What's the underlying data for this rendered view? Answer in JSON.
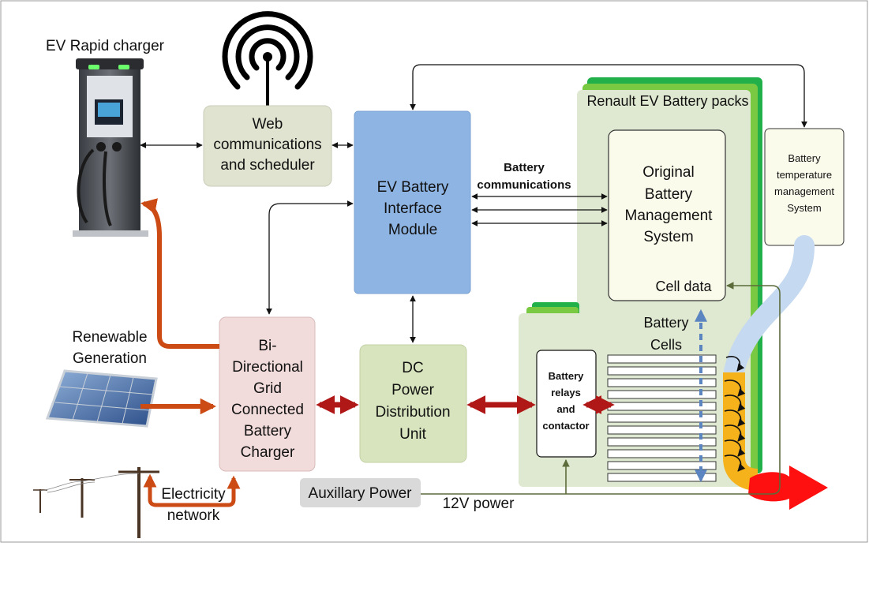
{
  "title": "",
  "colors": {
    "web_box": "#dfe3d0",
    "interface_box": "#8eb4e3",
    "charger_box": "#f2dcdb",
    "dc_box": "#d7e4bd",
    "pack_bg": "#dfe8d0",
    "pack_green": "#2db84a",
    "bms_box": "#fbfbec",
    "power_arrow": "#c0392b",
    "dark_red_arrow": "#b01818",
    "orange_arrow": "#cc4a14",
    "aux_box": "#d9d9d9",
    "coolant_blue": "#c5d9f1",
    "coolant_orange": "#f5b21a",
    "hot_red": "#ff1010",
    "aux_line": "#5b6b3a",
    "dash_blue": "#5b85c0"
  },
  "labels": {
    "ev_rapid_charger": "EV Rapid charger",
    "web_line1": "Web",
    "web_line2": "communications",
    "web_line3": "and scheduler",
    "interface_line1": "EV Battery",
    "interface_line2": "Interface",
    "interface_line3": "Module",
    "battery_comms_line1": "Battery",
    "battery_comms_line2": "communications",
    "packs_title": "Renault EV Battery packs",
    "bms_line1": "Original",
    "bms_line2": "Battery",
    "bms_line3": "Management",
    "bms_line4": "System",
    "cell_data": "Cell data",
    "temp_line1": "Battery",
    "temp_line2": "temperature",
    "temp_line3": "management",
    "temp_line4": "System",
    "cells_line1": "Battery",
    "cells_line2": "Cells",
    "relays_line1": "Battery",
    "relays_line2": "relays",
    "relays_line3": "and",
    "relays_line4": "contactor",
    "charger_line1": "Bi-",
    "charger_line2": "Directional",
    "charger_line3": "Grid",
    "charger_line4": "Connected",
    "charger_line5": "Battery",
    "charger_line6": "Charger",
    "dc_line1": "DC",
    "dc_line2": "Power",
    "dc_line3": "Distribution",
    "dc_line4": "Unit",
    "renewable_line1": "Renewable",
    "renewable_line2": "Generation",
    "electricity_line1": "Electricity",
    "electricity_line2": "network",
    "aux_power": "Auxillary Power",
    "twelve_v": "12V  power"
  },
  "icons": {
    "antenna": "wireless-antenna-icon",
    "charger": "ev-charger-icon",
    "solar": "solar-panel-icon",
    "pylons": "power-line-icon"
  }
}
